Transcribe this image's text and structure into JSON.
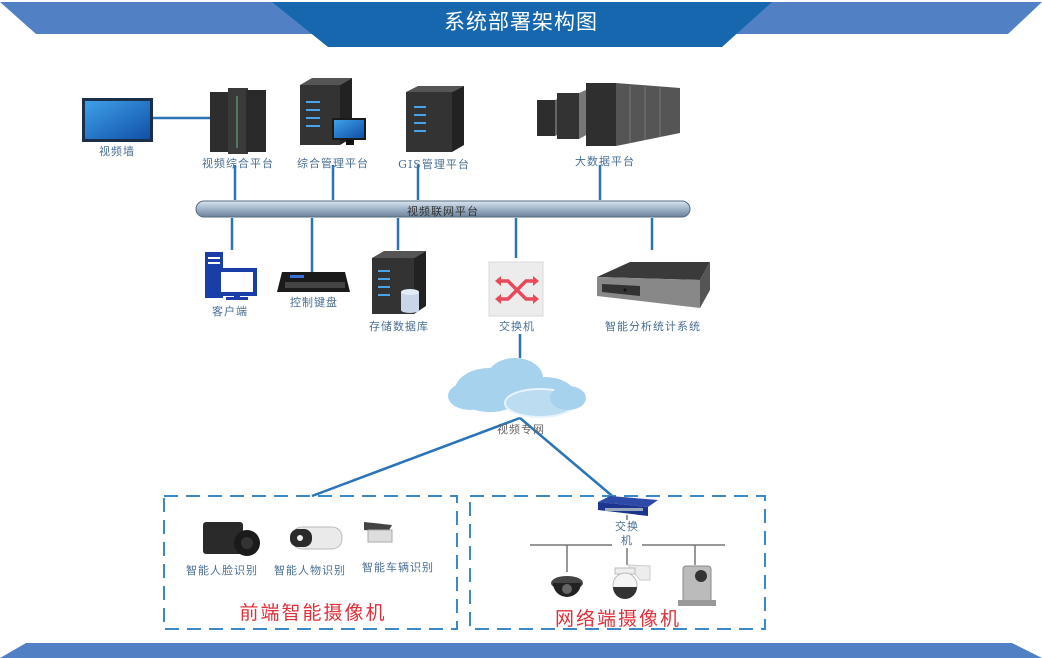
{
  "header": {
    "title": "系统部署架构图"
  },
  "colors": {
    "banner_dark": "#1667ad",
    "banner_light": "#5180c4",
    "line": "#2a75b8",
    "dash": "#3b8ac7",
    "group_title": "#e0303a"
  },
  "bus": {
    "label": "视频联网平台"
  },
  "top_nodes": [
    {
      "label": "视频墙",
      "icon": "video-wall-icon"
    },
    {
      "label": "视频综合平台",
      "icon": "server-rack-icon"
    },
    {
      "label": "综合管理平台",
      "icon": "server-monitor-icon"
    },
    {
      "label": "GIS管理平台",
      "icon": "server-tower-icon"
    },
    {
      "label": "大数据平台",
      "icon": "data-center-icon"
    }
  ],
  "mid_nodes": [
    {
      "label": "客户端",
      "icon": "client-pc-icon"
    },
    {
      "label": "控制键盘",
      "icon": "control-keyboard-icon"
    },
    {
      "label": "存储数据库",
      "icon": "storage-database-icon"
    },
    {
      "label": "交换机",
      "icon": "switch-icon"
    },
    {
      "label": "智能分析统计系统",
      "icon": "analysis-box-icon"
    }
  ],
  "cloud": {
    "label": "视频专网"
  },
  "groups": [
    {
      "title": "前端智能摄像机",
      "devices": [
        {
          "label": "智能人脸识别",
          "icon": "face-camera-icon"
        },
        {
          "label": "智能人物识别",
          "icon": "bullet-camera-icon"
        },
        {
          "label": "智能车辆识别",
          "icon": "vehicle-camera-icon"
        }
      ]
    },
    {
      "title": "网络端摄像机",
      "switch_label": "交换机",
      "devices": [
        {
          "label": "",
          "icon": "dome-camera-icon"
        },
        {
          "label": "",
          "icon": "ptz-camera-icon"
        },
        {
          "label": "",
          "icon": "box-camera-icon"
        }
      ]
    }
  ]
}
